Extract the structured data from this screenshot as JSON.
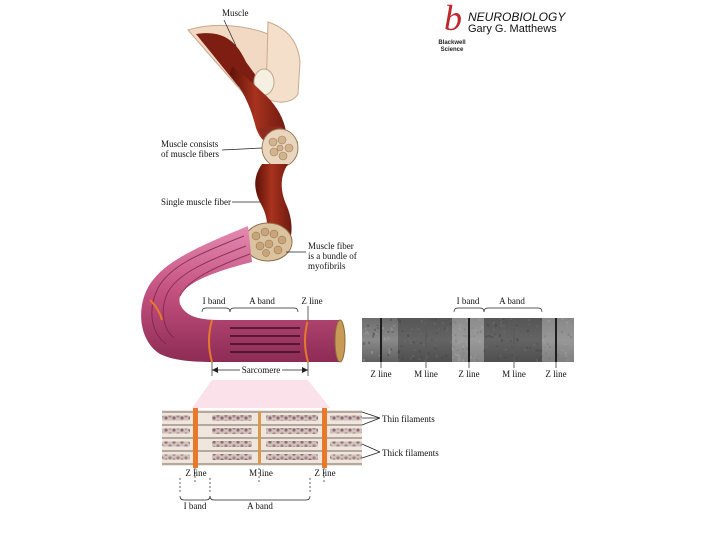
{
  "branding": {
    "logo_letter": "b",
    "title": "NEUROBIOLOGY",
    "author": "Gary G. Matthews",
    "publisher_line1": "Blackwell",
    "publisher_line2": "Science",
    "logo_color": "#c0262d"
  },
  "anatomy": {
    "muscle": "Muscle",
    "fibers_1": "Muscle consists",
    "fibers_2": "of muscle fibers",
    "single_fiber": "Single muscle fiber",
    "myofibrils_1": "Muscle fiber",
    "myofibrils_2": "is a bundle of",
    "myofibrils_3": "myofibrils"
  },
  "myofibril": {
    "i_band": "I band",
    "a_band": "A band",
    "z_line": "Z line",
    "sarcomere": "Sarcomere"
  },
  "micrograph": {
    "i_band": "I band",
    "a_band": "A band",
    "bottom_labels": [
      "Z line",
      "M line",
      "Z line",
      "M line",
      "Z line"
    ]
  },
  "filaments": {
    "thin": "Thin filaments",
    "thick": "Thick filaments",
    "z_line_left": "Z line",
    "m_line": "M line",
    "z_line_right": "Z line",
    "i_band": "I band",
    "a_band": "A band"
  },
  "colors": {
    "muscle_red": "#8e2a1e",
    "fiber_pink": "#c0507a",
    "z_line_orange": "#e8782a",
    "tendon": "#e8cfa6"
  }
}
